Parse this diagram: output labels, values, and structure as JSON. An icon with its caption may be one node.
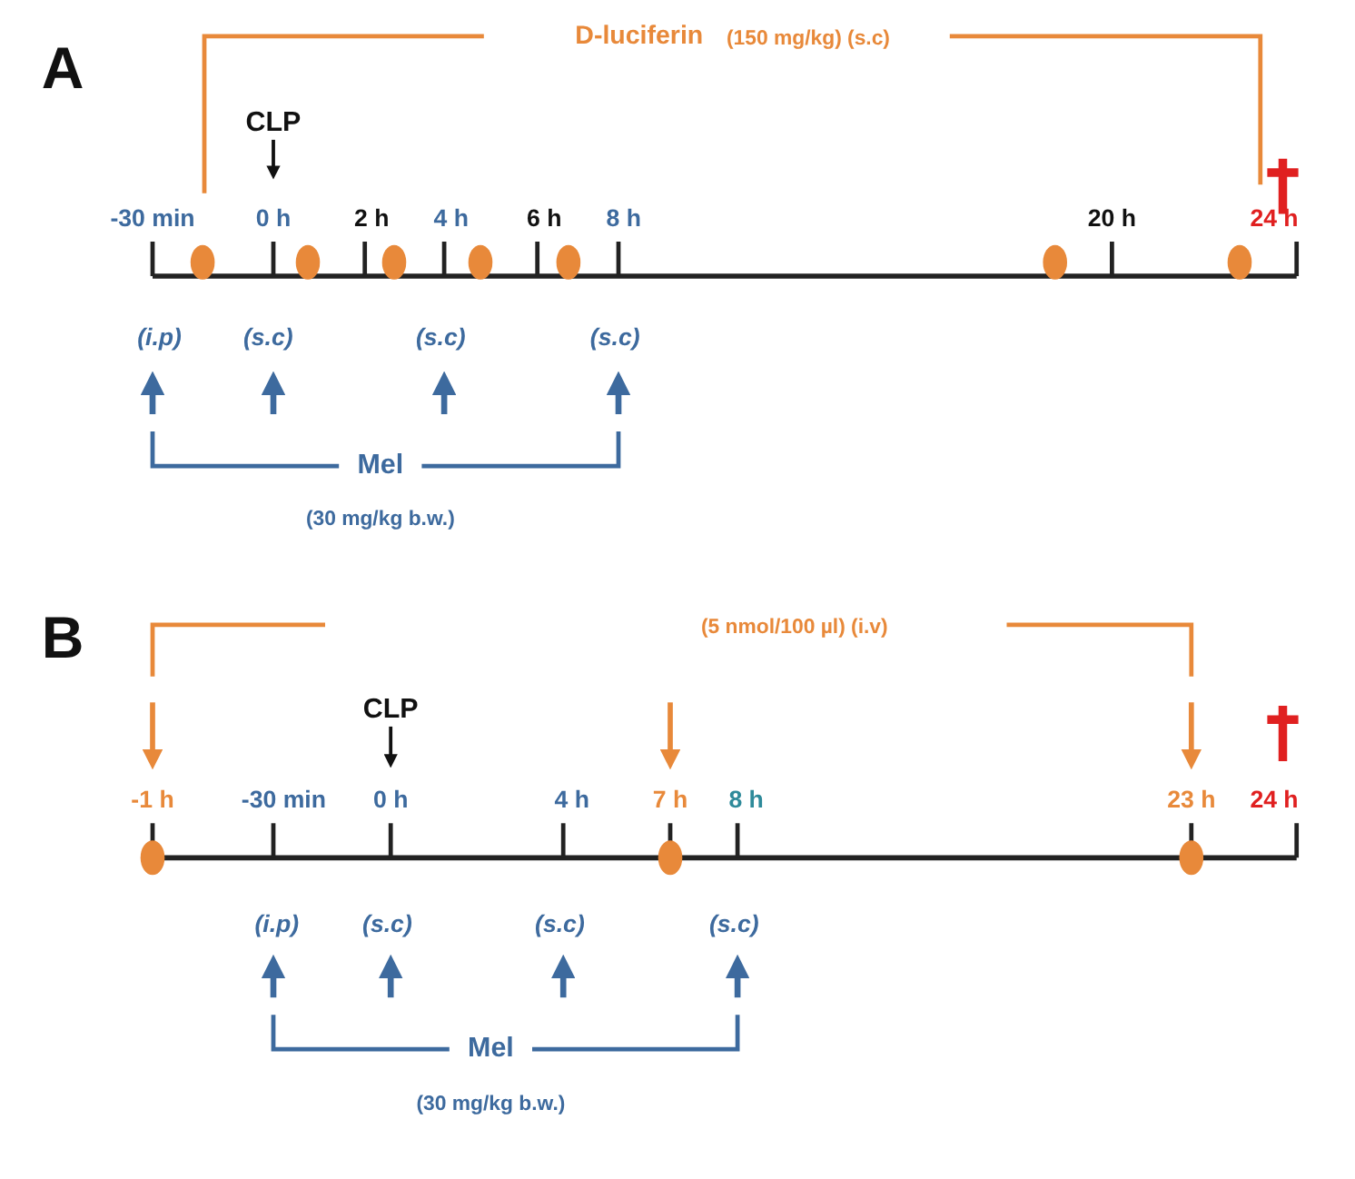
{
  "diagram": {
    "labels": [
      "A",
      "D-luciferin",
      "(150 mg/kg) (s.c)",
      "CLP",
      "-30 min",
      "0 h",
      "2 h",
      "4 h",
      "6 h",
      "8 h",
      "20 h",
      "24 h",
      "(i.p)",
      "(s.c)",
      "(s.c)",
      "(s.c)",
      "Mel",
      "(30 mg/kg b.w.)",
      "B",
      "(5 nmol/100 µl) (i.v)",
      "CLP",
      "-1 h",
      "-30 min",
      "0 h",
      "4 h",
      "7 h",
      "8 h",
      "23 h",
      "24 h",
      "(i.p)",
      "(s.c)",
      "(s.c)",
      "(s.c)",
      "Mel",
      "(30 mg/kg b.w.)"
    ]
  }
}
